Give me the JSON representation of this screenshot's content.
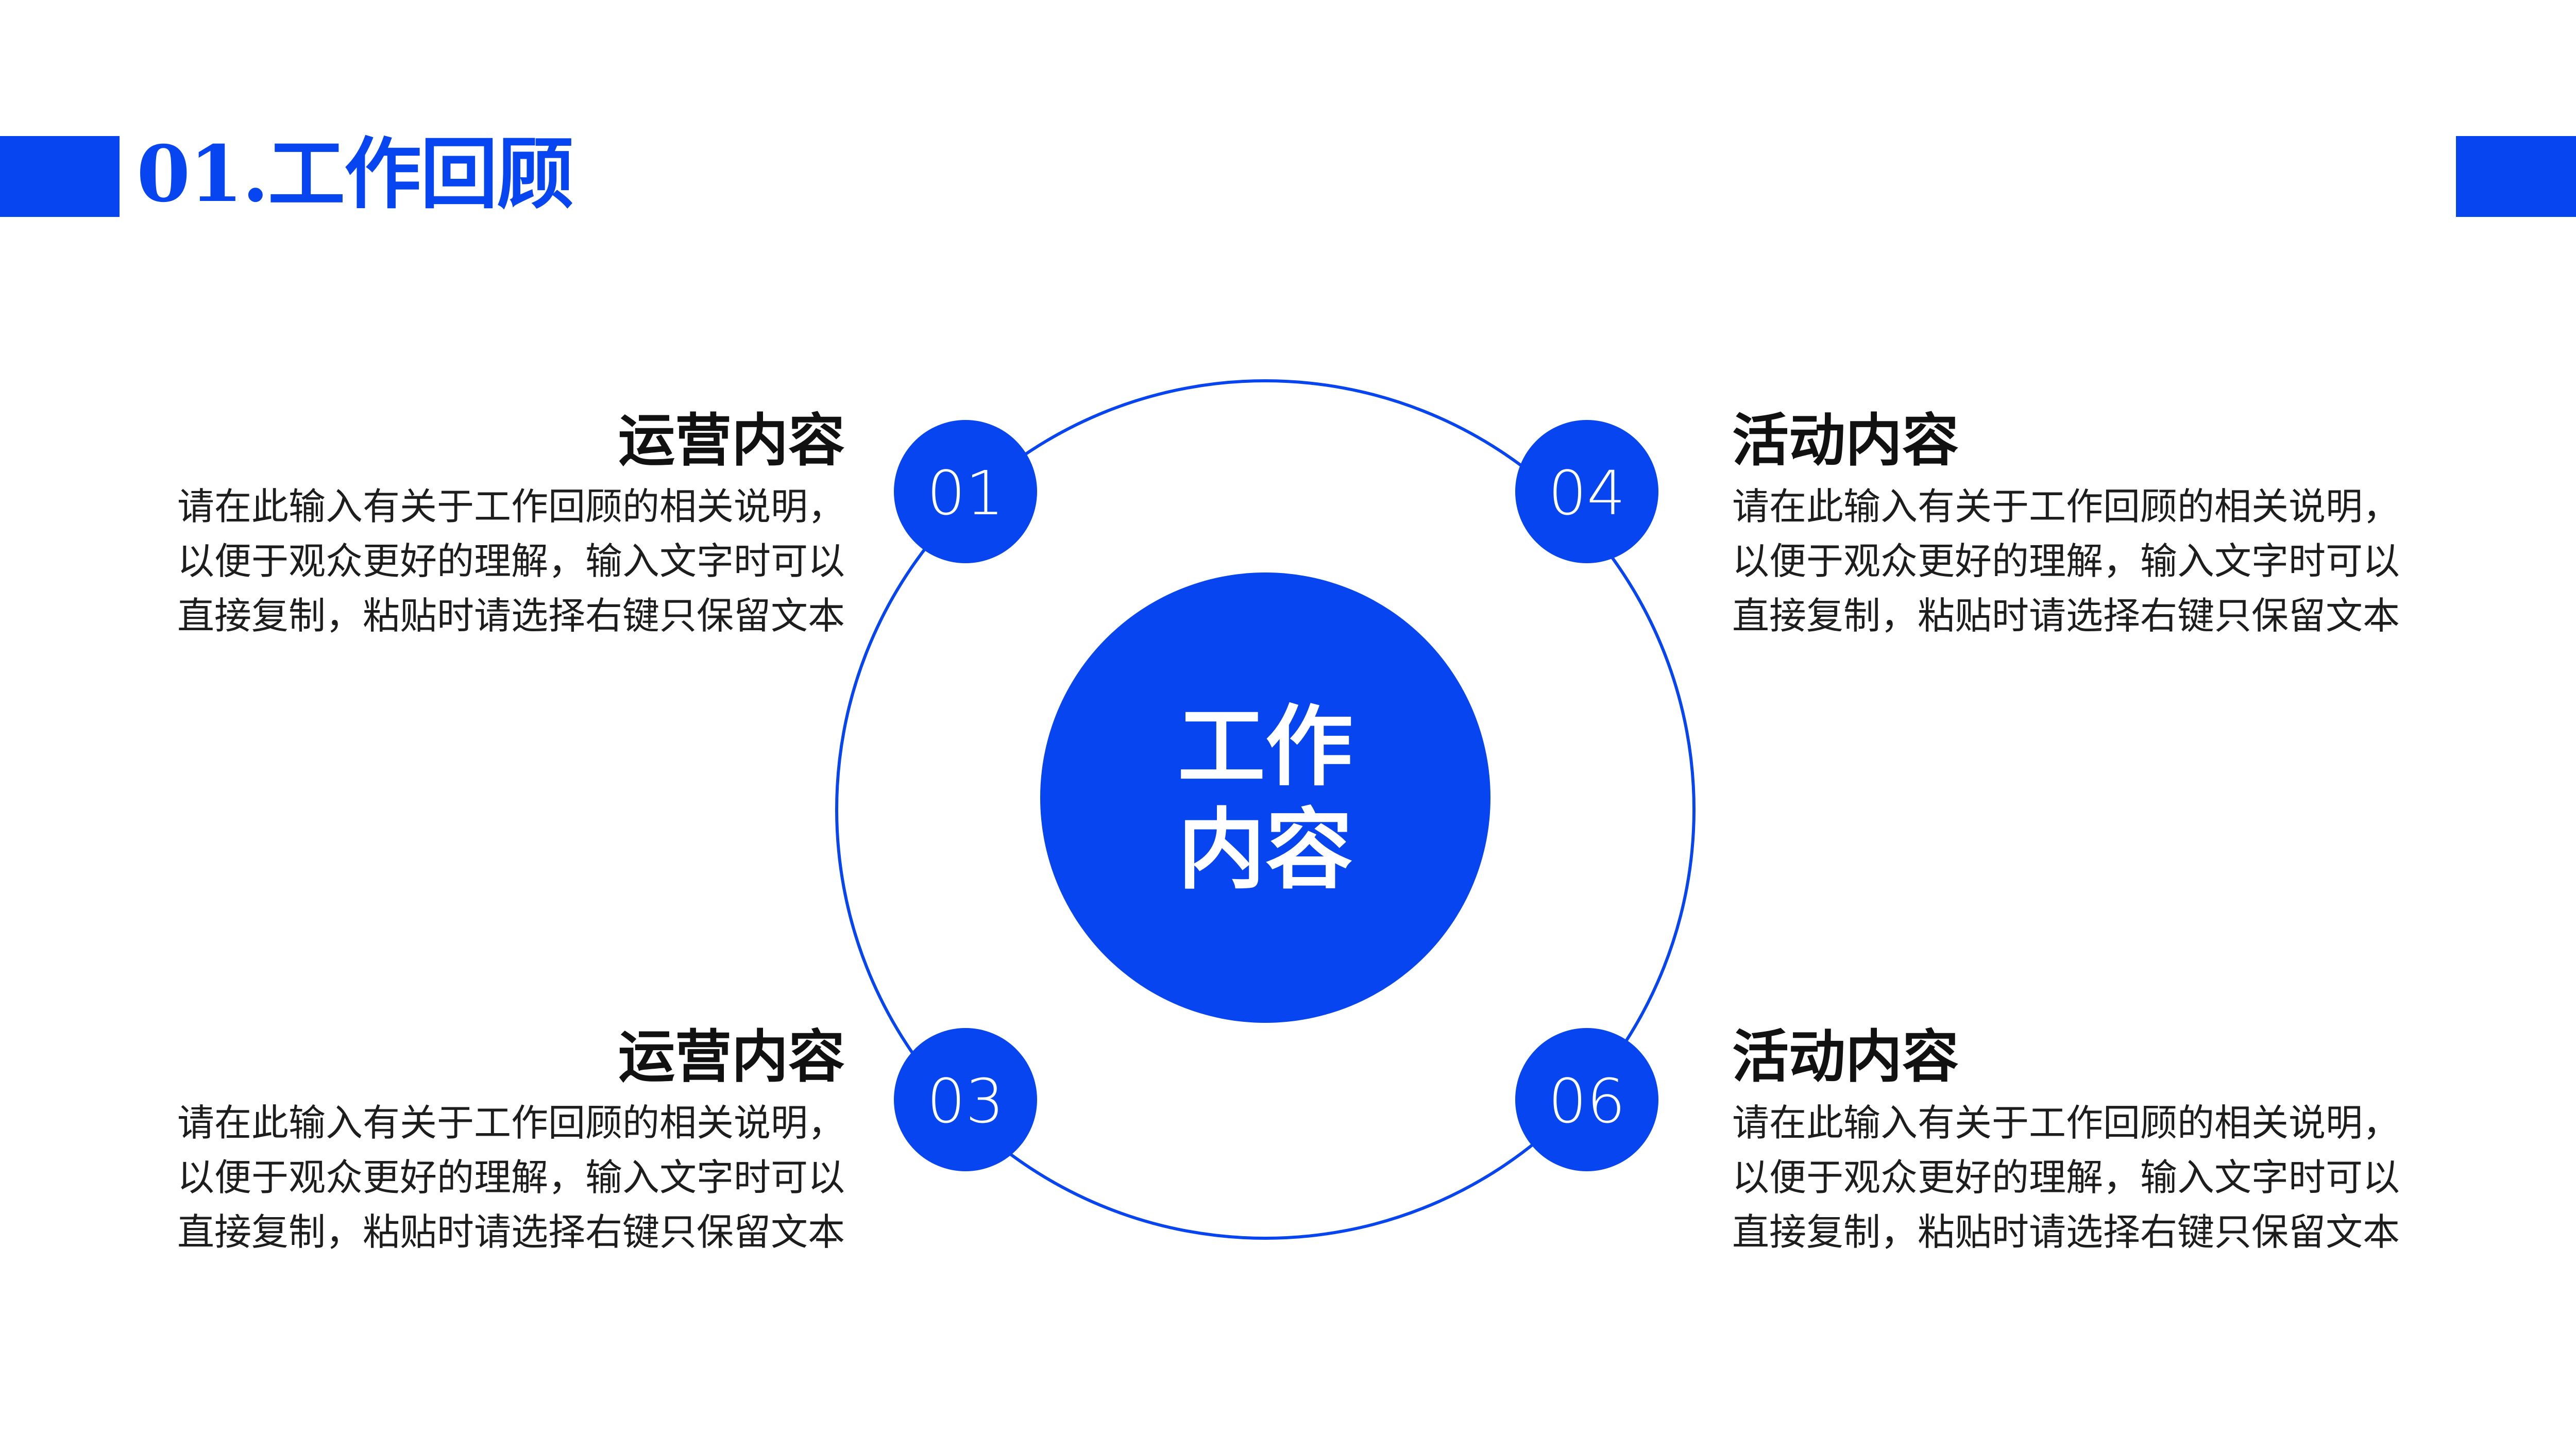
{
  "header": {
    "title": "01.工作回顾"
  },
  "colors": {
    "accent": "#0645ef",
    "text": "#1d1d1d",
    "background": "#ffffff"
  },
  "center": {
    "line1": "工作",
    "line2": "内容"
  },
  "nodes": [
    {
      "label": "01"
    },
    {
      "label": "04"
    },
    {
      "label": "03"
    },
    {
      "label": "06"
    }
  ],
  "blocks": [
    {
      "title": "运营内容",
      "lines": [
        "请在此输入有关于工作回顾的相关说明，",
        "以便于观众更好的理解，输入文字时可以",
        "直接复制，粘贴时请选择右键只保留文本"
      ]
    },
    {
      "title": "活动内容",
      "lines": [
        "请在此输入有关于工作回顾的相关说明，",
        "以便于观众更好的理解，输入文字时可以",
        "直接复制，粘贴时请选择右键只保留文本"
      ]
    },
    {
      "title": "运营内容",
      "lines": [
        "请在此输入有关于工作回顾的相关说明，",
        "以便于观众更好的理解，输入文字时可以",
        "直接复制，粘贴时请选择右键只保留文本"
      ]
    },
    {
      "title": "活动内容",
      "lines": [
        "请在此输入有关于工作回顾的相关说明，",
        "以便于观众更好的理解，输入文字时可以",
        "直接复制，粘贴时请选择右键只保留文本"
      ]
    }
  ]
}
